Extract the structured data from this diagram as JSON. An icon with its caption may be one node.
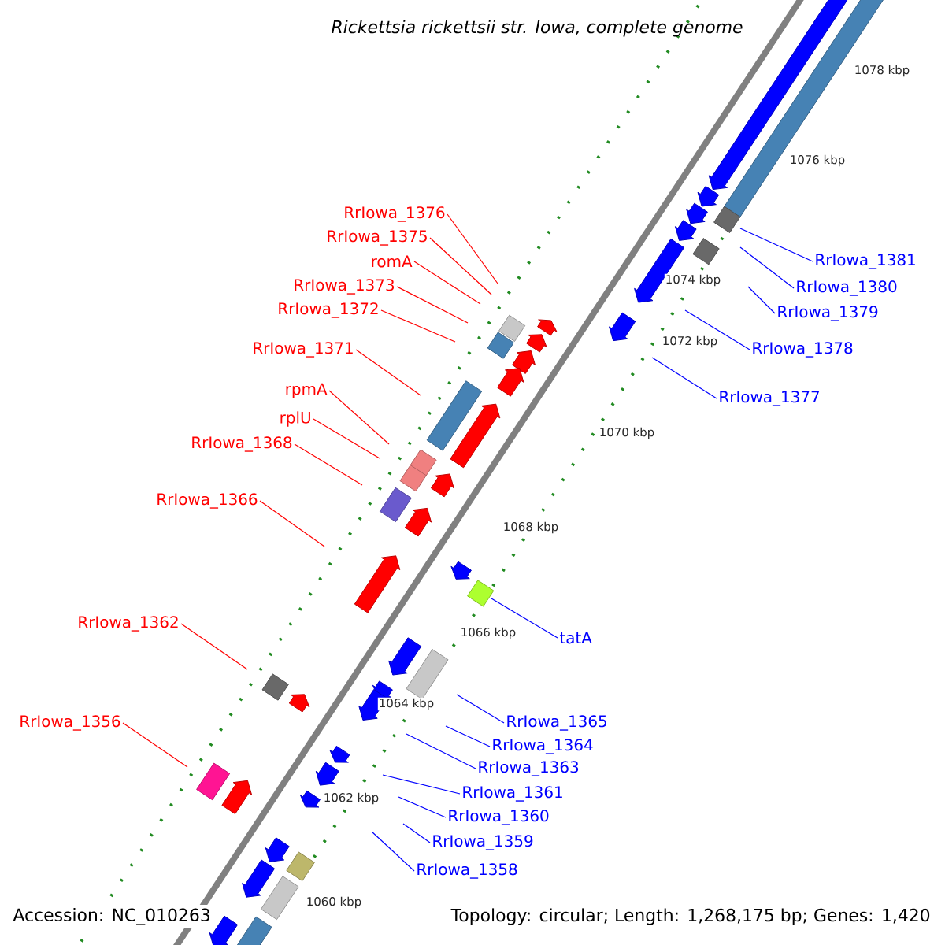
{
  "diagram": {
    "title": "Rickettsia rickettsii str. Iowa, complete genome",
    "nodes": [
      {
        "text": [
          "RrIowa_1376"
        ]
      },
      {
        "text": [
          "RrIowa_1375"
        ]
      },
      {
        "text": [
          "romA"
        ]
      },
      {
        "text": [
          "RrIowa_1373"
        ]
      },
      {
        "text": [
          "RrIowa_1372"
        ]
      },
      {
        "text": [
          "RrIowa_1371"
        ]
      },
      {
        "text": [
          "rpmA"
        ]
      },
      {
        "text": [
          "rplU"
        ]
      },
      {
        "text": [
          "RrIowa_1368"
        ]
      },
      {
        "text": [
          "RrIowa_1366"
        ]
      },
      {
        "text": [
          "RrIowa_1362"
        ]
      },
      {
        "text": [
          "RrIowa_1356"
        ]
      },
      {
        "text": [
          "RrIowa_1381"
        ]
      },
      {
        "text": [
          "RrIowa_1380"
        ]
      },
      {
        "text": [
          "RrIowa_1379"
        ]
      },
      {
        "text": [
          "RrIowa_1378"
        ]
      },
      {
        "text": [
          "RrIowa_1377"
        ]
      },
      {
        "text": [
          "tatA"
        ]
      },
      {
        "text": [
          "RrIowa_1365"
        ]
      },
      {
        "text": [
          "RrIowa_1364"
        ]
      },
      {
        "text": [
          "RrIowa_1363"
        ]
      },
      {
        "text": [
          "RrIowa_1361"
        ]
      },
      {
        "text": [
          "RrIowa_1360"
        ]
      },
      {
        "text": [
          "RrIowa_1359"
        ]
      },
      {
        "text": [
          "RrIowa_1358"
        ]
      }
    ],
    "edges": [
      {
        "from": 0,
        "to": null,
        "arrow": "none",
        "color": "#ff0000"
      },
      {
        "from": 1,
        "to": null,
        "arrow": "none",
        "color": "#ff0000"
      },
      {
        "from": 2,
        "to": null,
        "arrow": "none",
        "color": "#ff0000"
      },
      {
        "from": 3,
        "to": null,
        "arrow": "none",
        "color": "#ff0000"
      },
      {
        "from": 4,
        "to": null,
        "arrow": "none",
        "color": "#ff0000"
      },
      {
        "from": 5,
        "to": null,
        "arrow": "none",
        "color": "#ff0000"
      },
      {
        "from": 6,
        "to": null,
        "arrow": "none",
        "color": "#ff0000"
      },
      {
        "from": 7,
        "to": null,
        "arrow": "none",
        "color": "#ff0000"
      },
      {
        "from": 8,
        "to": null,
        "arrow": "none",
        "color": "#ff0000"
      },
      {
        "from": 9,
        "to": null,
        "arrow": "none",
        "color": "#ff0000"
      },
      {
        "from": 10,
        "to": null,
        "arrow": "none",
        "color": "#ff0000"
      },
      {
        "from": 11,
        "to": null,
        "arrow": "none",
        "color": "#ff0000"
      },
      {
        "from": 12,
        "to": null,
        "arrow": "none"
      },
      {
        "from": 13,
        "to": null,
        "arrow": "none"
      },
      {
        "from": 14,
        "to": null,
        "arrow": "none"
      },
      {
        "from": 15,
        "to": null,
        "arrow": "none"
      },
      {
        "from": 16,
        "to": null,
        "arrow": "none"
      },
      {
        "from": 17,
        "to": null,
        "arrow": "none"
      },
      {
        "from": 18,
        "to": null,
        "arrow": "none"
      },
      {
        "from": 19,
        "to": null,
        "arrow": "none"
      },
      {
        "from": 20,
        "to": null,
        "arrow": "none"
      },
      {
        "from": 21,
        "to": null,
        "arrow": "none"
      },
      {
        "from": 22,
        "to": null,
        "arrow": "none"
      },
      {
        "from": 23,
        "to": null,
        "arrow": "none"
      },
      {
        "from": 24,
        "to": null,
        "arrow": "none"
      }
    ],
    "labels": [
      "1078 kbp",
      "1076 kbp",
      "1074 kbp",
      "1072 kbp",
      "1070 kbp",
      "1068 kbp",
      "1066 kbp",
      "1064 kbp",
      "1062 kbp",
      "1060 kbp",
      "Accession: NC_010263",
      "Topology: circular; Length: 1,268,175 bp; Genes: 1,420"
    ]
  }
}
